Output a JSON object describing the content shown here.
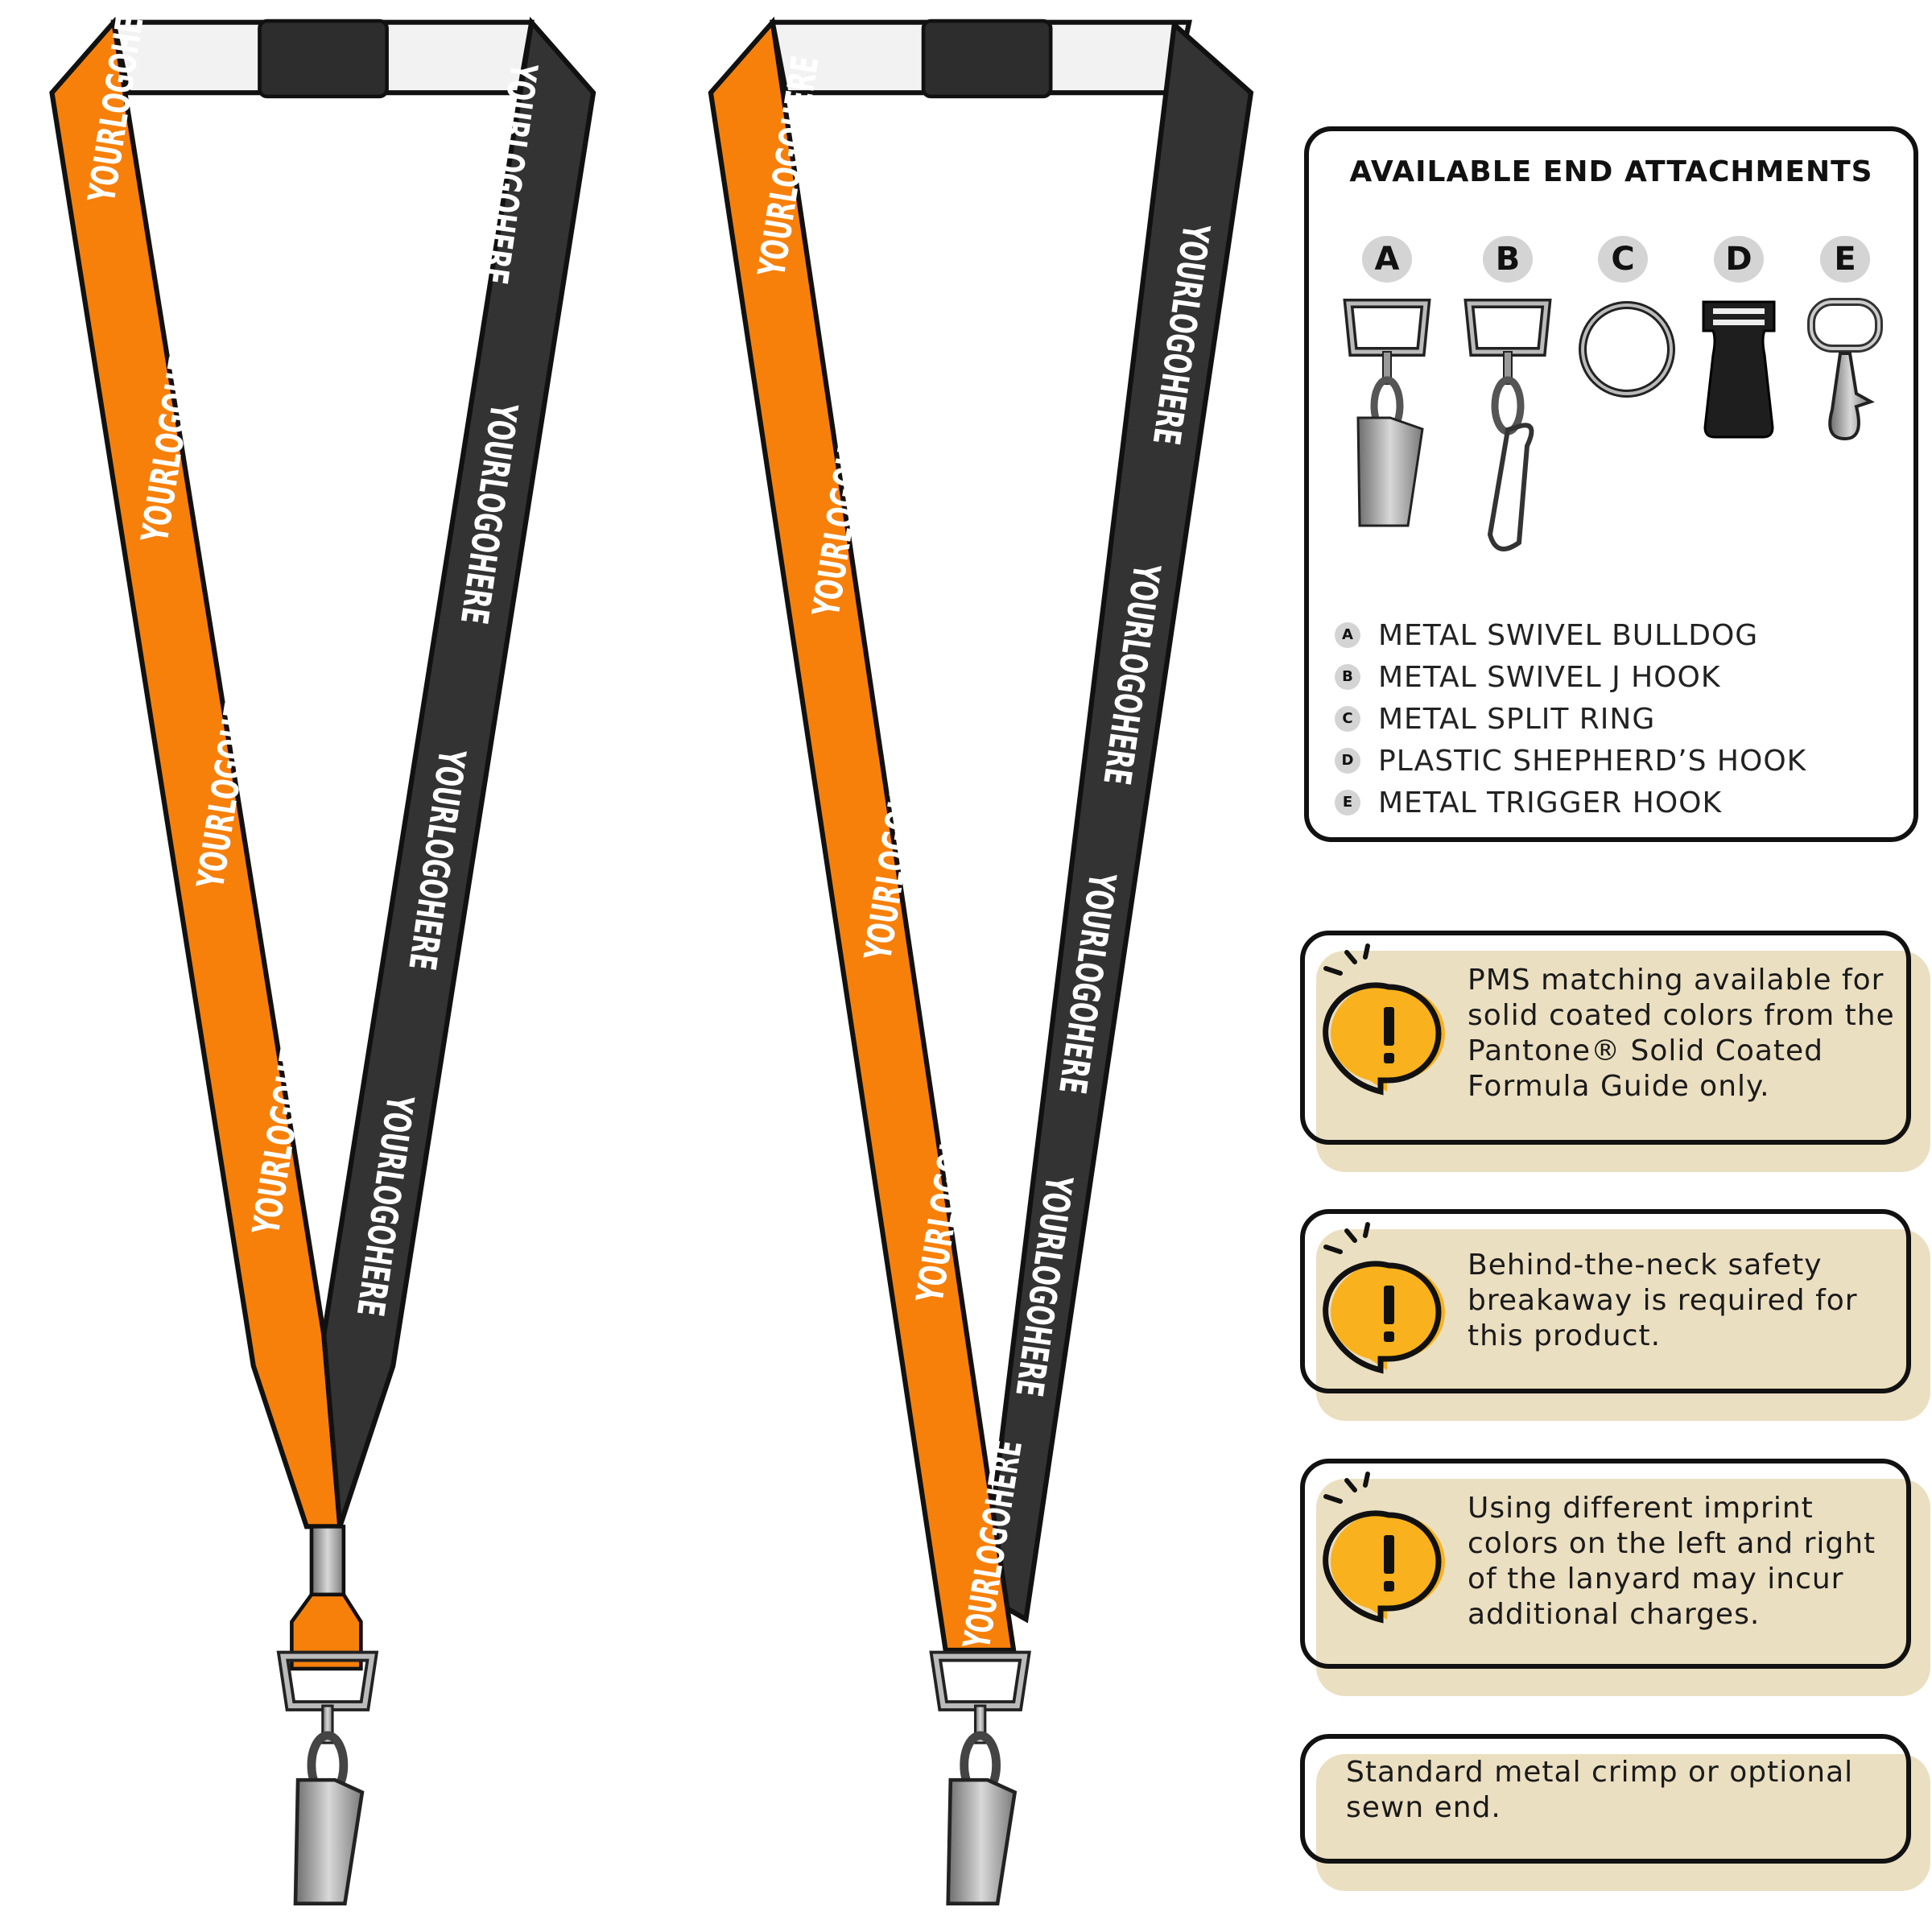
{
  "lanyard": {
    "imprint_text": "YOURLOGOHERE",
    "colors": {
      "left_strap": "#f7800b",
      "right_strap": "#333333",
      "buckle": "#2d2d2d",
      "metal": "#9a9a9a"
    }
  },
  "attachments_panel": {
    "title": "AVAILABLE END ATTACHMENTS",
    "items": [
      {
        "letter": "A",
        "label": "METAL SWIVEL BULLDOG",
        "icon": "swivel-bulldog-clip-icon"
      },
      {
        "letter": "B",
        "label": "METAL SWIVEL J HOOK",
        "icon": "swivel-j-hook-icon"
      },
      {
        "letter": "C",
        "label": "METAL SPLIT RING",
        "icon": "split-ring-icon"
      },
      {
        "letter": "D",
        "label": "PLASTIC SHEPHERD’S HOOK",
        "icon": "plastic-hook-icon"
      },
      {
        "letter": "E",
        "label": "METAL TRIGGER HOOK",
        "icon": "trigger-hook-icon"
      }
    ]
  },
  "notes": [
    {
      "icon": "warning-bubble-icon",
      "text": "PMS matching available for solid coated colors from the Pantone® Solid Coated Formula Guide only."
    },
    {
      "icon": "warning-bubble-icon",
      "text": "Behind-the-neck safety breakaway is required for this product."
    },
    {
      "icon": "warning-bubble-icon",
      "text": "Using different imprint colors on the left and right of the lanyard may incur additional charges."
    },
    {
      "text": "Standard metal crimp or optional sewn end."
    }
  ],
  "colors": {
    "note_bg": "#ebdfc1",
    "warning_yellow": "#f9b21d",
    "border": "#111111"
  }
}
